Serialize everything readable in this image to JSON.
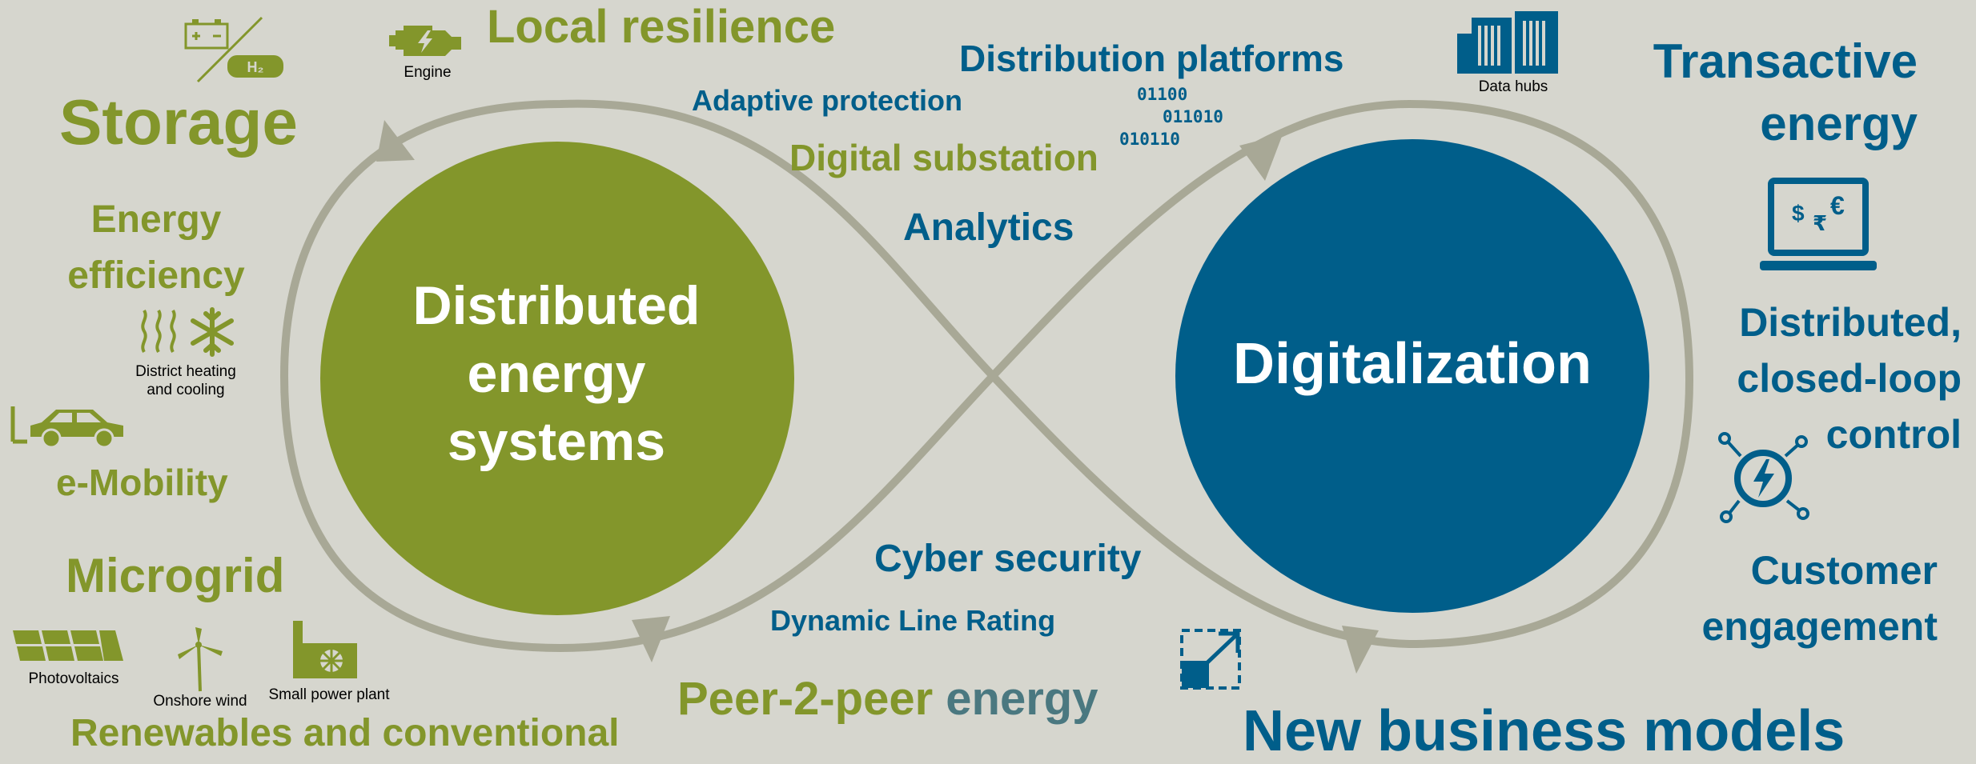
{
  "colors": {
    "green": "#83962b",
    "blue": "#005e8a",
    "loop": "#a8a896",
    "background": "#d6d6ce"
  },
  "circles": {
    "left": "Distributed energy systems",
    "right": "Digitalization"
  },
  "left_labels": {
    "storage": "Storage",
    "local_resilience": "Local resilience",
    "energy_efficiency": "Energy efficiency",
    "e_mobility": "e-Mobility",
    "microgrid": "Microgrid",
    "renewables": "Renewables and conventional"
  },
  "center_labels": {
    "distribution_platforms": "Distribution platforms",
    "adaptive_protection": "Adaptive protection",
    "digital_substation": "Digital substation",
    "analytics": "Analytics",
    "cyber_security": "Cyber security",
    "dynamic_line_rating": "Dynamic Line Rating",
    "peer_part1": "Peer-2-peer",
    "peer_part2": "energy"
  },
  "right_labels": {
    "transactive": "Transactive energy",
    "distributed_control": "Distributed, closed-loop control",
    "customer_engagement": "Customer engagement",
    "new_business": "New business models"
  },
  "binary": [
    "01100",
    "011010",
    "010110"
  ],
  "icon_captions": {
    "engine": "Engine",
    "data_hubs": "Data hubs",
    "district_heating": "District heating and cooling",
    "photovoltaics": "Photovoltaics",
    "onshore_wind": "Onshore wind",
    "small_power_plant": "Small power plant"
  },
  "icons": [
    "battery-icon",
    "hydrogen-icon",
    "engine-icon",
    "data-hubs-icon",
    "money-laptop-icon",
    "heat-icon",
    "snowflake-icon",
    "electric-car-icon",
    "control-loop-icon",
    "solar-panel-icon",
    "wind-turbine-icon",
    "power-plant-icon",
    "expand-icon"
  ],
  "hydrogen_symbol": "H₂",
  "currency_symbols": [
    "$",
    "₹",
    "€"
  ]
}
